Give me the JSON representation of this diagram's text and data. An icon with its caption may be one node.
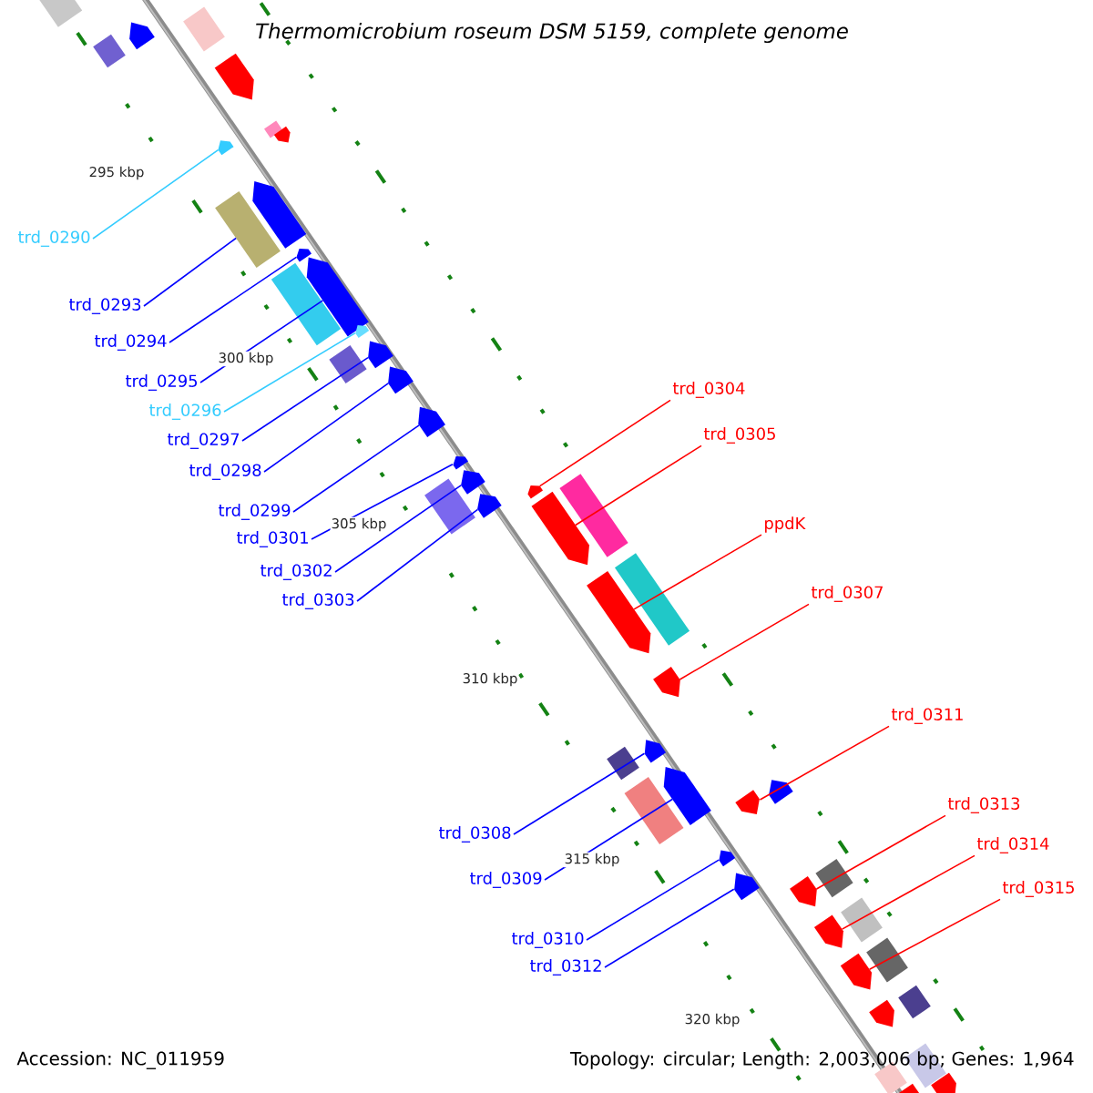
{
  "diagram": {
    "title": "Thermomicrobium roseum DSM 5159, complete genome",
    "nodes": [
      {
        "text": [
          "trd_0290"
        ]
      },
      {
        "text": [
          "trd_0293"
        ]
      },
      {
        "text": [
          "trd_0294"
        ]
      },
      {
        "text": [
          "trd_0295"
        ]
      },
      {
        "text": [
          "trd_0304"
        ]
      },
      {
        "text": [
          "trd_0296"
        ]
      },
      {
        "text": [
          "trd_0305"
        ]
      },
      {
        "text": [
          "trd_0297"
        ]
      },
      {
        "text": [
          "trd_0298"
        ]
      },
      {
        "text": [
          "trd_0299"
        ]
      },
      {
        "text": [
          "ppdK"
        ]
      },
      {
        "text": [
          "trd_0301"
        ]
      },
      {
        "text": [
          "trd_0302"
        ]
      },
      {
        "text": [
          "trd_0307"
        ]
      },
      {
        "text": [
          "trd_0303"
        ]
      },
      {
        "text": [
          "trd_0311"
        ]
      },
      {
        "text": [
          "trd_0313"
        ]
      },
      {
        "text": [
          "trd_0308"
        ]
      },
      {
        "text": [
          "trd_0314"
        ]
      },
      {
        "text": [
          "trd_0309"
        ]
      },
      {
        "text": [
          "trd_0315"
        ]
      },
      {
        "text": [
          "trd_0310"
        ]
      },
      {
        "text": [
          "trd_0312"
        ]
      },
      {
        "text": [],
        "shape": "box"
      },
      {
        "text": [],
        "shape": "box"
      },
      {
        "text": [],
        "shape": "arrow"
      },
      {
        "text": [],
        "shape": "box"
      },
      {
        "text": [],
        "shape": "arrow"
      },
      {
        "text": [],
        "shape": "box"
      },
      {
        "text": [],
        "shape": "arrow"
      },
      {
        "text": [],
        "shape": "arrow"
      },
      {
        "text": [],
        "shape": "arrow"
      },
      {
        "text": [],
        "shape": "box"
      },
      {
        "text": [],
        "shape": "arrow"
      },
      {
        "text": [],
        "shape": "arrow"
      },
      {
        "text": [],
        "shape": "box"
      },
      {
        "text": [],
        "shape": "arrow"
      },
      {
        "text": [],
        "shape": "arrow"
      },
      {
        "text": [],
        "shape": "box"
      },
      {
        "text": [],
        "shape": "arrow"
      },
      {
        "text": [],
        "shape": "arrow"
      },
      {
        "text": [],
        "shape": "arrow"
      },
      {
        "text": [],
        "shape": "arrow"
      },
      {
        "text": [],
        "shape": "arrow"
      },
      {
        "text": [],
        "shape": "arrow"
      },
      {
        "text": [],
        "shape": "box"
      },
      {
        "text": [],
        "shape": "box"
      },
      {
        "text": [],
        "shape": "arrow"
      },
      {
        "text": [],
        "shape": "box"
      },
      {
        "text": [],
        "shape": "arrow"
      },
      {
        "text": [],
        "shape": "arrow"
      },
      {
        "text": [],
        "shape": "arrow"
      },
      {
        "text": [],
        "shape": "box"
      },
      {
        "text": [],
        "shape": "arrow"
      },
      {
        "text": [],
        "shape": "arrow"
      },
      {
        "text": [],
        "shape": "arrow"
      },
      {
        "text": [],
        "shape": "box"
      },
      {
        "text": [],
        "shape": "arrow"
      },
      {
        "text": [],
        "shape": "box"
      },
      {
        "text": [],
        "shape": "arrow"
      },
      {
        "text": [],
        "shape": "arrow"
      },
      {
        "text": [],
        "shape": "box"
      },
      {
        "text": [],
        "shape": "arrow"
      },
      {
        "text": [],
        "shape": "box"
      },
      {
        "text": [],
        "shape": "arrow"
      },
      {
        "text": [],
        "shape": "box"
      },
      {
        "text": [],
        "shape": "arrow"
      },
      {
        "text": [],
        "shape": "box"
      },
      {
        "text": [],
        "shape": "box"
      },
      {
        "text": [],
        "shape": "arrow"
      },
      {
        "text": [],
        "shape": "arrow"
      }
    ],
    "edges": [
      {
        "from": 0,
        "to": 30,
        "arrow": "none",
        "color": "#33ccff"
      },
      {
        "from": 1,
        "to": 32,
        "arrow": "none"
      },
      {
        "from": 2,
        "to": 33,
        "arrow": "none"
      },
      {
        "from": 3,
        "to": 34,
        "arrow": "none"
      },
      {
        "from": 4,
        "to": 43,
        "arrow": "none",
        "color": "#ff0000"
      },
      {
        "from": 5,
        "to": 36,
        "arrow": "none",
        "color": "#33ccff"
      },
      {
        "from": 6,
        "to": 47,
        "arrow": "none",
        "color": "#ff0000"
      },
      {
        "from": 7,
        "to": 37,
        "arrow": "none"
      },
      {
        "from": 8,
        "to": 39,
        "arrow": "none"
      },
      {
        "from": 9,
        "to": 40,
        "arrow": "none"
      },
      {
        "from": 10,
        "to": 49,
        "arrow": "none",
        "color": "#ff0000"
      },
      {
        "from": 11,
        "to": 41,
        "arrow": "none"
      },
      {
        "from": 12,
        "to": 42,
        "arrow": "none"
      },
      {
        "from": 13,
        "to": 50,
        "arrow": "none",
        "color": "#ff0000"
      },
      {
        "from": 14,
        "to": 44,
        "arrow": "none"
      },
      {
        "from": 15,
        "to": 55,
        "arrow": "none",
        "color": "#ff0000"
      },
      {
        "from": 16,
        "to": 60,
        "arrow": "none",
        "color": "#ff0000"
      },
      {
        "from": 17,
        "to": 51,
        "arrow": "none"
      },
      {
        "from": 18,
        "to": 62,
        "arrow": "none",
        "color": "#ff0000"
      },
      {
        "from": 19,
        "to": 54,
        "arrow": "none"
      },
      {
        "from": 20,
        "to": 64,
        "arrow": "none",
        "color": "#ff0000"
      },
      {
        "from": 21,
        "to": 57,
        "arrow": "none"
      },
      {
        "from": 22,
        "to": 59,
        "arrow": "none"
      }
    ],
    "labels": [
      "295 kbp",
      "300 kbp",
      "305 kbp",
      "310 kbp",
      "315 kbp",
      "320 kbp",
      "Accession: NC_011959",
      "Topology: circular; Length: 2,003,006 bp; Genes: 1,964"
    ]
  }
}
